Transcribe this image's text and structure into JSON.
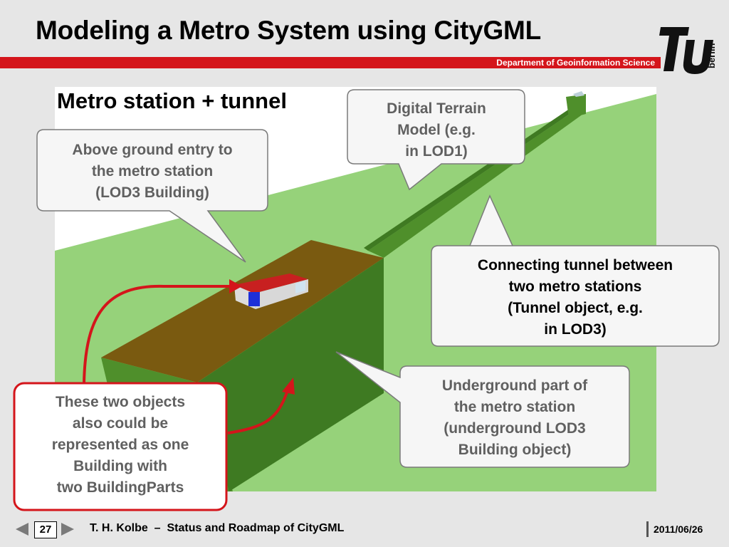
{
  "header": {
    "title": "Modeling a Metro System using CityGML",
    "department": "Department of Geoinformation Science",
    "logo_text": "berlin"
  },
  "scene": {
    "heading": "Metro station + tunnel"
  },
  "callouts": {
    "above_ground": "Above ground entry to\nthe metro station\n(LOD3 Building)",
    "terrain": "Digital Terrain\nModel (e.g.\nin LOD1)",
    "tunnel": "Connecting tunnel between\ntwo metro stations\n(Tunnel object, e.g.\nin LOD3)",
    "underground": "Underground part of\nthe metro station\n(underground LOD3\nBuilding object)",
    "combined": "These two objects\nalso could be\nrepresented as one\nBuilding with\ntwo BuildingParts"
  },
  "footer": {
    "page": "27",
    "text": "T. H. Kolbe  –  Status and Roadmap of CityGML",
    "date": "2011/06/26"
  },
  "colors": {
    "accent_red": "#d4151b",
    "terrain_green": "#96d27a",
    "tunnel_green": "#4f8f2b",
    "station_brown": "#7a5a10"
  },
  "icons": {
    "prev": "triangle-left-icon",
    "next": "triangle-right-icon"
  }
}
